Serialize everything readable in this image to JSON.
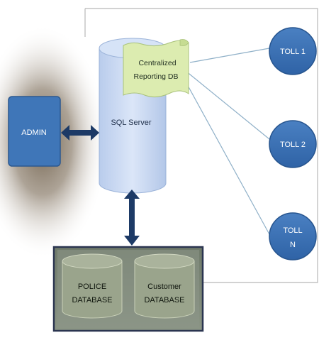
{
  "admin": {
    "label": "ADMIN"
  },
  "sql_server": {
    "label": "SQL Server"
  },
  "reporting_db": {
    "line1": "Centralized",
    "line2": "Reporting DB"
  },
  "tolls": [
    {
      "line1": "TOLL 1",
      "line2": ""
    },
    {
      "line1": "TOLL 2",
      "line2": ""
    },
    {
      "line1": "TOLL",
      "line2": "N"
    }
  ],
  "databases": [
    {
      "line1": "POLICE",
      "line2": "DATABASE"
    },
    {
      "line1": "Customer",
      "line2": "DATABASE"
    }
  ],
  "colors": {
    "admin_fill": "#3f76b8",
    "toll_fill": "#3d72b5",
    "cylinder_fill": "#c8d8f2",
    "note_fill": "#dcecb0",
    "arrow": "#1d3a66",
    "db_panel": "#7c8676"
  }
}
